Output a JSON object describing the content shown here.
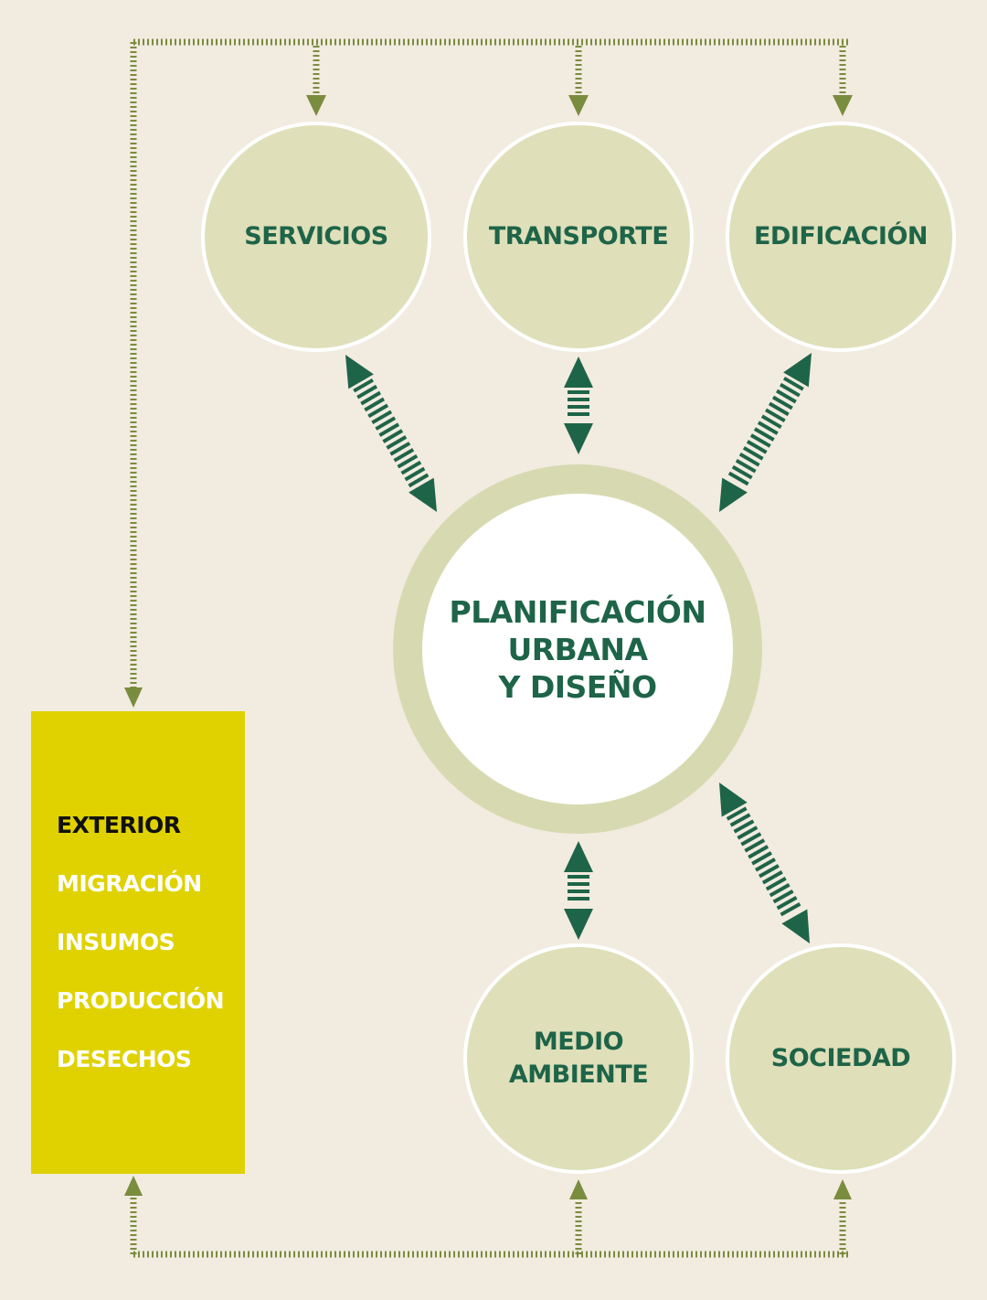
{
  "diagram": {
    "center": {
      "lines": [
        "PLANIFICACIÓN",
        "URBANA",
        "Y DISEÑO"
      ]
    },
    "nodes": {
      "servicios": "SERVICIOS",
      "transporte": "TRANSPORTE",
      "edificacion": "EDIFICACIÓN",
      "medio_ambiente": [
        "MEDIO",
        "AMBIENTE"
      ],
      "sociedad": "SOCIEDAD"
    },
    "exterior": {
      "title": "EXTERIOR",
      "items": [
        "MIGRACIÓN",
        "INSUMOS",
        "PRODUCCIÓN",
        "DESECHOS"
      ]
    },
    "colors": {
      "background": "#f2ebe0",
      "node_fill": "#dfdfb9",
      "label_text": "#1e6448",
      "two_way_arrow": "#1e6448",
      "flow_line": "#7a8c3e",
      "exterior_box": "#dfd200"
    }
  }
}
